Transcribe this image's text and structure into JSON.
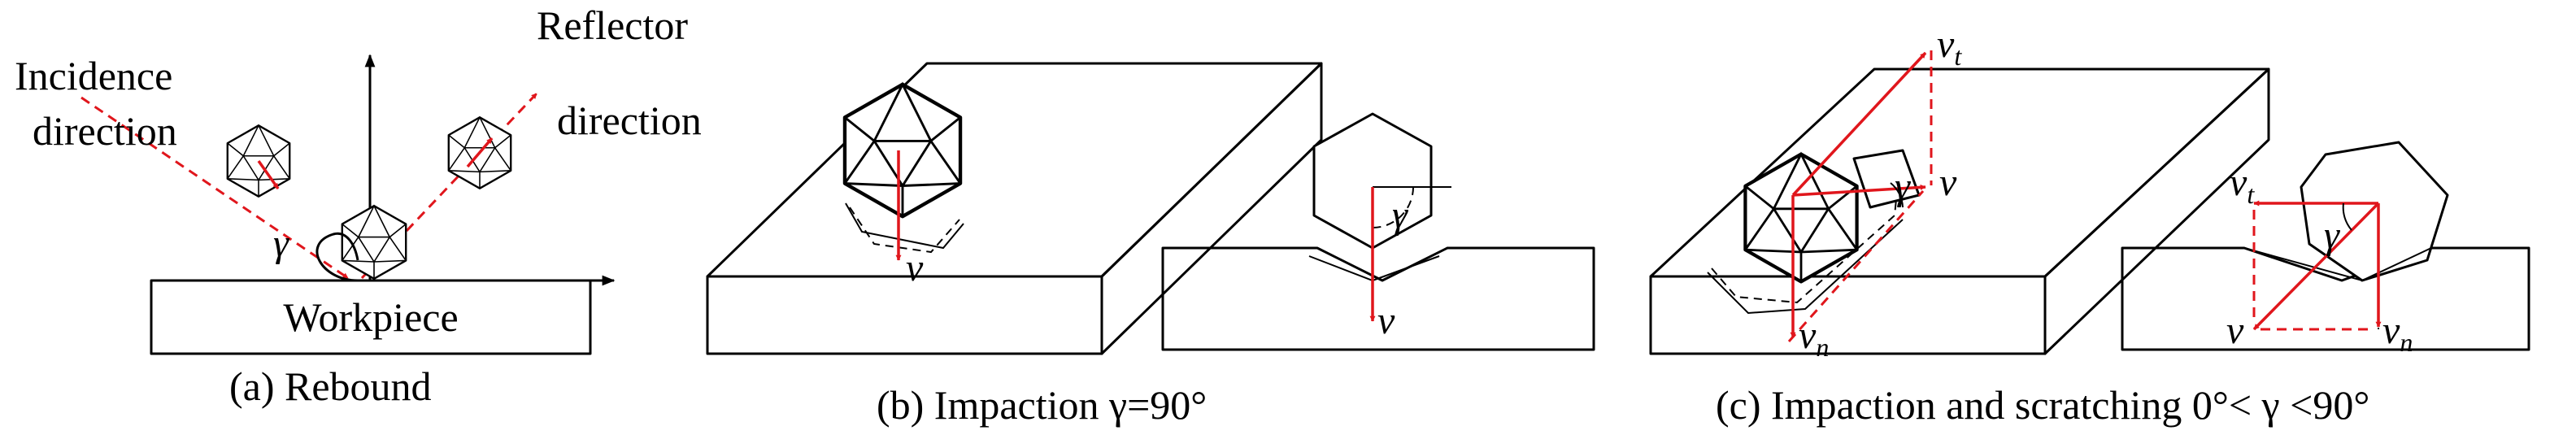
{
  "panels": {
    "a": {
      "caption": "(a) Rebound",
      "workpiece": "Workpiece",
      "incidence_line1": "Incidence",
      "incidence_line2": "direction",
      "reflector_line1": "Reflector",
      "reflector_line2": "direction",
      "angle": "γ"
    },
    "b": {
      "caption": "(b) Impaction  γ=90°",
      "velocity": "v",
      "angle": "γ"
    },
    "c": {
      "caption": "(c) Impaction and scratching 0°< γ <90°",
      "velocity": "v",
      "tangential": "v",
      "tangential_sub": "t",
      "normal": "v",
      "normal_sub": "n",
      "angle": "γ"
    }
  },
  "colors": {
    "velocity_arrow": "#e0161c",
    "outline": "#000000"
  }
}
